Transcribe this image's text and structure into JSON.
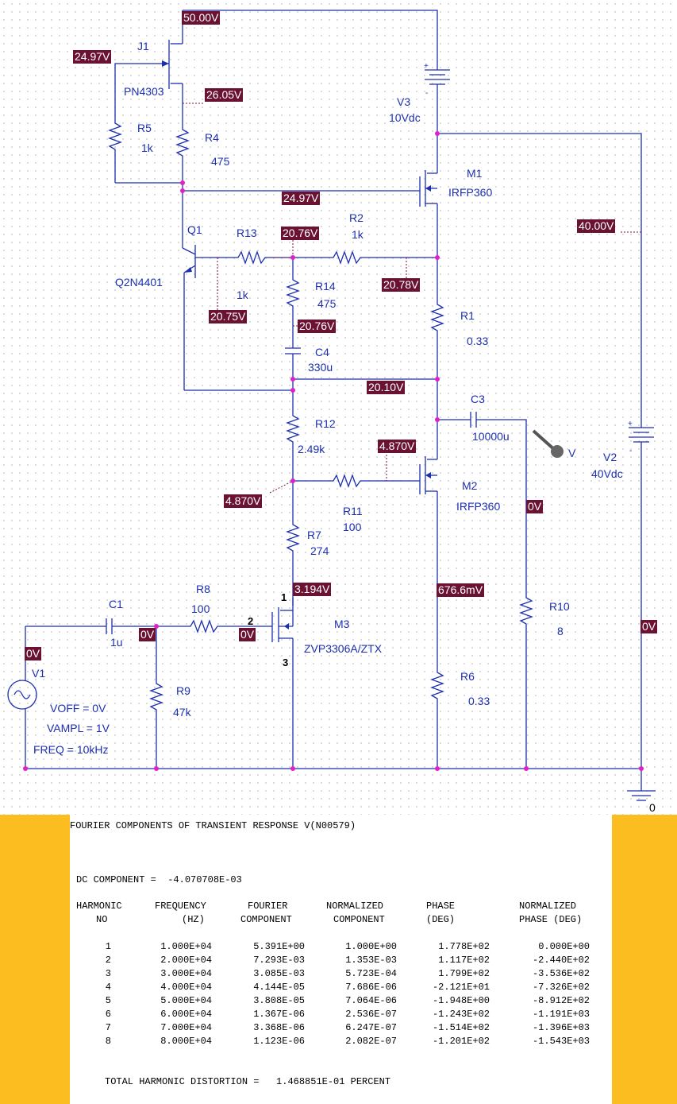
{
  "components": {
    "J1": {
      "ref": "J1",
      "model": "PN4303"
    },
    "R5": {
      "ref": "R5",
      "value": "1k"
    },
    "R4": {
      "ref": "R4",
      "value": "475"
    },
    "V3": {
      "ref": "V3",
      "value": "10Vdc"
    },
    "M1": {
      "ref": "M1",
      "model": "IRFP360"
    },
    "Q1": {
      "ref": "Q1",
      "model": "Q2N4401"
    },
    "R13": {
      "ref": "R13",
      "value": "1k"
    },
    "R2": {
      "ref": "R2",
      "value": "1k"
    },
    "R14": {
      "ref": "R14",
      "value": "475"
    },
    "R1": {
      "ref": "R1",
      "value": "0.33"
    },
    "C4": {
      "ref": "C4",
      "value": "330u"
    },
    "C3": {
      "ref": "C3",
      "value": "10000u"
    },
    "R12": {
      "ref": "R12",
      "value": "2.49k"
    },
    "M2": {
      "ref": "M2",
      "model": "IRFP360"
    },
    "R11": {
      "ref": "R11",
      "value": "100"
    },
    "R7": {
      "ref": "R7",
      "value": "274"
    },
    "V2": {
      "ref": "V2",
      "value": "40Vdc"
    },
    "R10": {
      "ref": "R10",
      "value": "8"
    },
    "C1": {
      "ref": "C1",
      "value": "1u"
    },
    "R8": {
      "ref": "R8",
      "value": "100"
    },
    "M3": {
      "ref": "M3",
      "model": "ZVP3306A/ZTX"
    },
    "R6": {
      "ref": "R6",
      "value": "0.33"
    },
    "R9": {
      "ref": "R9",
      "value": "47k"
    },
    "V1": {
      "ref": "V1",
      "voff": "VOFF = 0V",
      "vampl": "VAMPL = 1V",
      "freq": "FREQ = 10kHz"
    }
  },
  "probe_label": "V",
  "ground_label": "0",
  "pins": {
    "p1": "1",
    "p2": "2",
    "p3": "3"
  },
  "voltages": {
    "v50": "50.00V",
    "v2497a": "24.97V",
    "v2605": "26.05V",
    "v2497b": "24.97V",
    "v2076a": "20.76V",
    "v2078": "20.78V",
    "v2075": "20.75V",
    "v2076b": "20.76V",
    "v4000": "40.00V",
    "v2010": "20.10V",
    "v4870a": "4.870V",
    "v4870b": "4.870V",
    "v0a": "0V",
    "v6766": "676.6mV",
    "v3194": "3.194V",
    "v0b": "0V",
    "v0c": "0V",
    "v0d": "0V",
    "v0e": "0V"
  },
  "fourier": {
    "title": "FOURIER COMPONENTS OF TRANSIENT RESPONSE V(N00579)",
    "dc": "DC COMPONENT =  -4.070708E-03",
    "headers1": [
      "HARMONIC",
      "FREQUENCY",
      "FOURIER",
      "NORMALIZED",
      "PHASE",
      "NORMALIZED"
    ],
    "headers2": [
      "NO",
      "(HZ)",
      "COMPONENT",
      "COMPONENT",
      "(DEG)",
      "PHASE (DEG)"
    ],
    "rows": [
      [
        "1",
        "1.000E+04",
        "5.391E+00",
        "1.000E+00",
        "1.778E+02",
        "0.000E+00"
      ],
      [
        "2",
        "2.000E+04",
        "7.293E-03",
        "1.353E-03",
        "1.117E+02",
        "-2.440E+02"
      ],
      [
        "3",
        "3.000E+04",
        "3.085E-03",
        "5.723E-04",
        "1.799E+02",
        "-3.536E+02"
      ],
      [
        "4",
        "4.000E+04",
        "4.144E-05",
        "7.686E-06",
        "-2.121E+01",
        "-7.326E+02"
      ],
      [
        "5",
        "5.000E+04",
        "3.808E-05",
        "7.064E-06",
        "-1.948E+00",
        "-8.912E+02"
      ],
      [
        "6",
        "6.000E+04",
        "1.367E-06",
        "2.536E-07",
        "-1.243E+02",
        "-1.191E+03"
      ],
      [
        "7",
        "7.000E+04",
        "3.368E-06",
        "6.247E-07",
        "-1.514E+02",
        "-1.396E+03"
      ],
      [
        "8",
        "8.000E+04",
        "1.123E-06",
        "2.082E-07",
        "-1.201E+02",
        "-1.543E+03"
      ]
    ],
    "thd": "TOTAL HARMONIC DISTORTION =   1.468851E-01 PERCENT"
  }
}
